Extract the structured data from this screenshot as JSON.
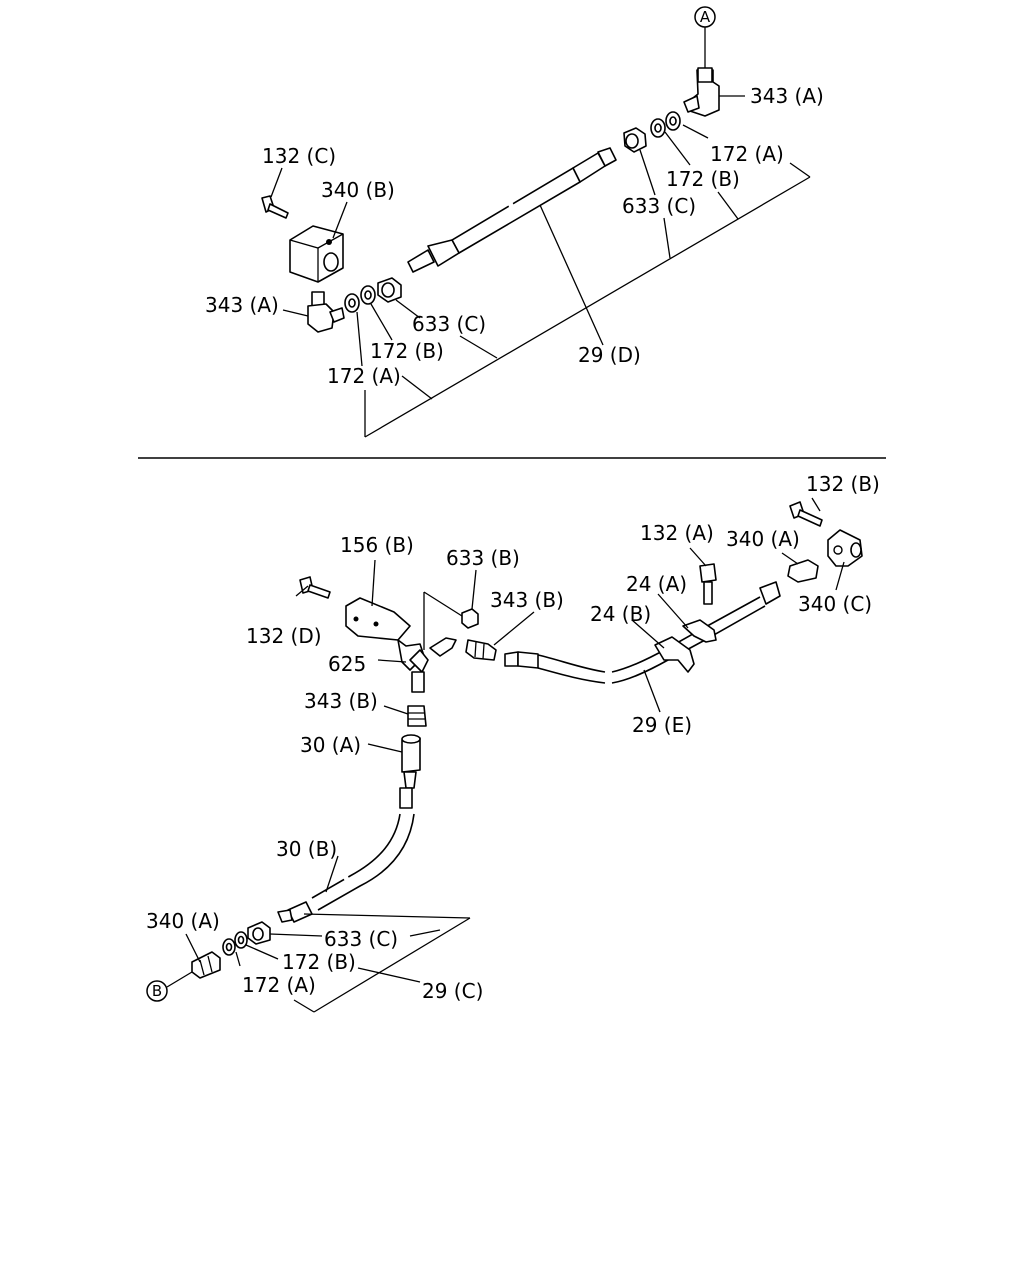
{
  "diagram": {
    "markers": {
      "top": "A",
      "bottom": "B"
    },
    "labels": {
      "l343a_top": "343 (A)",
      "l172a_top": "172 (A)",
      "l172b_top": "172 (B)",
      "l633c_top": "633 (C)",
      "l132c": "132 (C)",
      "l340b": "340 (B)",
      "l343a_left": "343 (A)",
      "l633c_mid": "633 (C)",
      "l172b_mid": "172 (B)",
      "l172a_mid": "172 (A)",
      "l29d": "29 (D)",
      "l132b": "132 (B)",
      "l132a": "132 (A)",
      "l340a_right": "340 (A)",
      "l156b": "156 (B)",
      "l633b": "633 (B)",
      "l343b_mid": "343 (B)",
      "l24a": "24 (A)",
      "l340c": "340 (C)",
      "l24b": "24 (B)",
      "l132d": "132 (D)",
      "l625": "625",
      "l29e": "29 (E)",
      "l343b_low": "343 (B)",
      "l30a": "30 (A)",
      "l30b": "30 (B)",
      "l340a_left": "340 (A)",
      "l633c_low": "633 (C)",
      "l172b_low": "172 (B)",
      "l172a_low": "172 (A)",
      "l29c": "29 (C)"
    }
  }
}
